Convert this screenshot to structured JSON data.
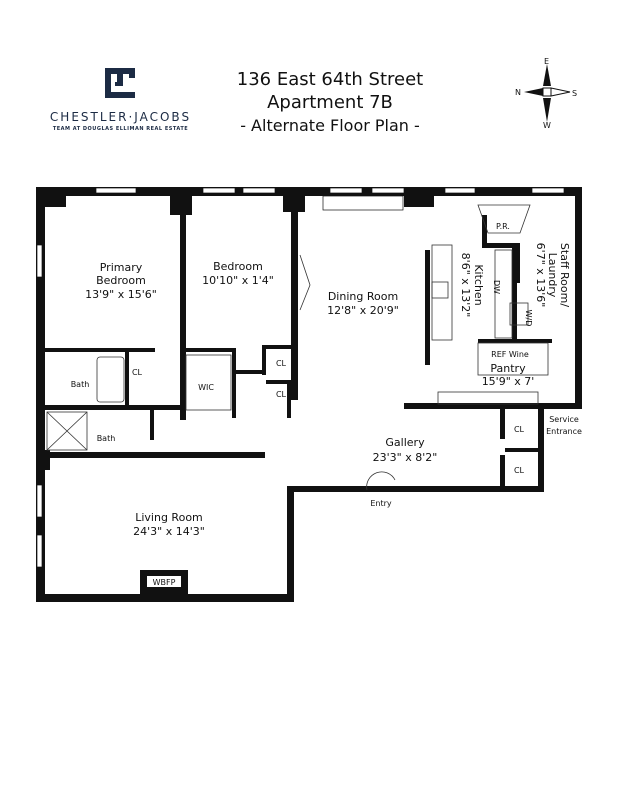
{
  "header": {
    "address": "136 East 64th Street",
    "unit": "Apartment 7B",
    "subtitle": "- Alternate Floor Plan -"
  },
  "logo": {
    "brand": "CHESTLER·JACOBS",
    "tagline": "TEAM AT DOUGLAS ELLIMAN REAL ESTATE",
    "color": "#1c2b44"
  },
  "compass": {
    "north": "N",
    "south": "S",
    "east": "E",
    "west": "W"
  },
  "rooms": {
    "primary_bedroom": {
      "name1": "Primary",
      "name2": "Bedroom",
      "dims": "13'9\" x 15'6\""
    },
    "bedroom": {
      "name": "Bedroom",
      "dims": "10'10\" x 1'4\""
    },
    "dining": {
      "name": "Dining Room",
      "dims": "12'8\" x 20'9\""
    },
    "kitchen": {
      "name": "Kitchen",
      "dims": "8'6\" x 13'2\""
    },
    "staff": {
      "name1": "Staff Room/",
      "name2": "Laundry",
      "dims": "6'7\" x 13'6\""
    },
    "pantry": {
      "name": "Pantry",
      "dims": "15'9\" x 7'"
    },
    "gallery": {
      "name": "Gallery",
      "dims": "23'3\" x 8'2\""
    },
    "living": {
      "name": "Living Room",
      "dims": "24'3\" x 14'3\""
    }
  },
  "labels": {
    "pr": "P.R.",
    "dw": "DW",
    "wd": "W/D",
    "ref_wine": "REF Wine",
    "cl": "CL",
    "bath": "Bath",
    "wic": "WIC",
    "wbfp": "WBFP",
    "service1": "Service",
    "service2": "Entrance",
    "entry": "Entry"
  }
}
